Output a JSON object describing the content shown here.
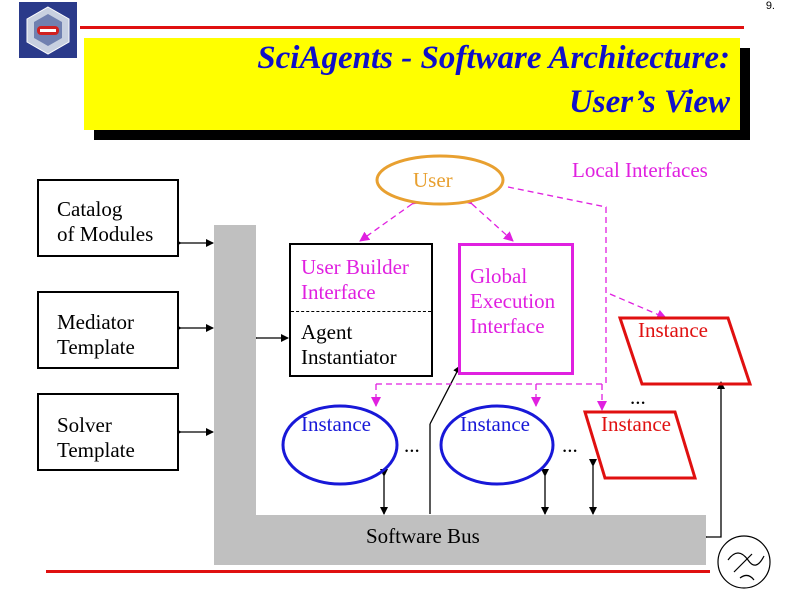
{
  "page_number": "9.",
  "title": {
    "line1": "SciAgents - Software Architecture:",
    "line2": "User’s View"
  },
  "left_boxes": [
    {
      "line1": "Catalog",
      "line2": "of Modules"
    },
    {
      "line1": "Mediator",
      "line2": "Template"
    },
    {
      "line1": "Solver",
      "line2": "Template"
    }
  ],
  "user": "User",
  "local_interfaces": "Local Interfaces",
  "builder_box": {
    "top_line1": "User Builder",
    "top_line2": "Interface",
    "bottom_line1": "Agent",
    "bottom_line2": "Instantiator"
  },
  "global_box": {
    "line1": "Global",
    "line2": "Execution",
    "line3": "Interface"
  },
  "instances": {
    "blue1": "Instance",
    "blue2": "Instance",
    "red_low": "Instance",
    "red_high": "Instance"
  },
  "ellipsis": {
    "a": "...",
    "b": "...",
    "c": "..."
  },
  "software_bus": "Software Bus",
  "colors": {
    "title_bg": "#ffff00",
    "title_text": "#1010c8",
    "rule": "#e01010",
    "magenta": "#e020e0",
    "blue": "#1818d8",
    "red": "#e01010",
    "orange": "#e8a030",
    "bus_gray": "#c0c0c0"
  },
  "icons": [
    "university-seal-icon",
    "university-signature-icon"
  ]
}
